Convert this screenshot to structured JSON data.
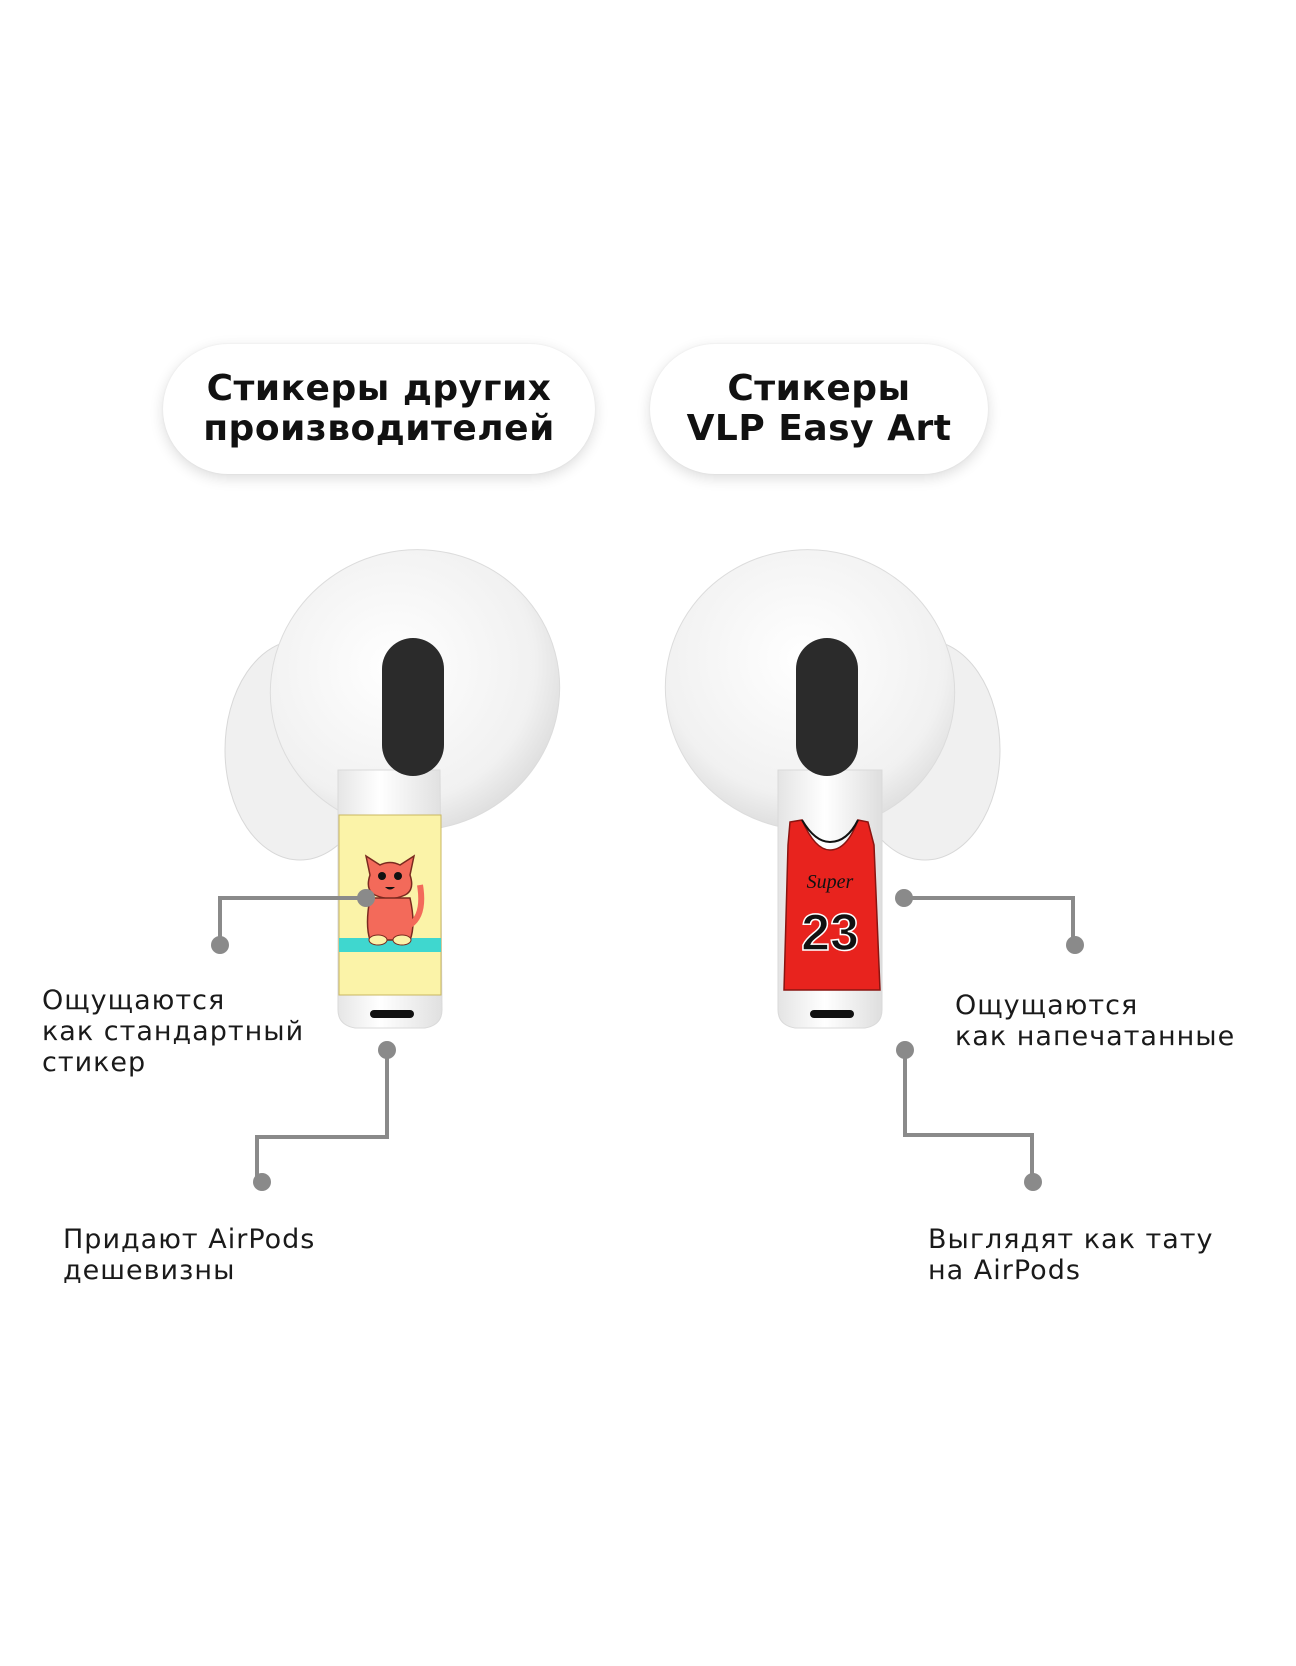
{
  "left": {
    "title_lines": [
      "Стикеры других",
      "производителей"
    ],
    "callout_1_lines": [
      "Ощущаются",
      "как стандартный",
      "стикер"
    ],
    "callout_2_lines": [
      "Придают AirPods",
      "дешевизны"
    ],
    "sticker": "cat-sticker"
  },
  "right": {
    "title_lines": [
      "Стикеры",
      "VLP Easy Art"
    ],
    "callout_1_lines": [
      "Ощущаются",
      "как напечатанные"
    ],
    "callout_2_lines": [
      "Выглядят как тату",
      "на AirPods"
    ],
    "sticker": "jersey-sticker",
    "jersey_text": "Super",
    "jersey_number": "23"
  },
  "colors": {
    "connector": "#8a8a8a",
    "jersey_red": "#e8231e",
    "cat_bg": "#fbf3a8",
    "cat_body": "#f36a5a",
    "cat_ground": "#3fd7cf",
    "mesh": "#2b2b2b"
  }
}
